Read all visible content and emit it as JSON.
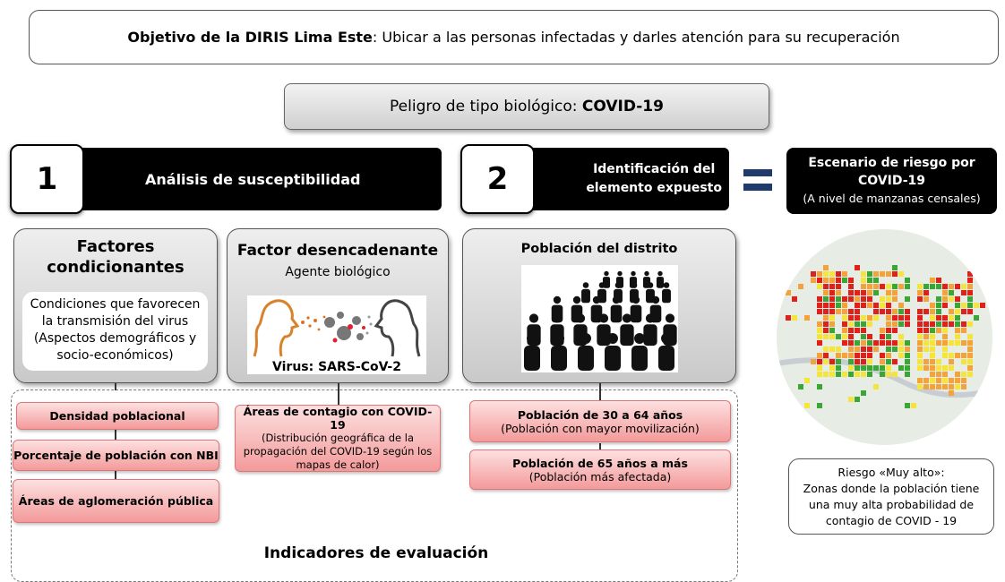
{
  "objective": {
    "bold": "Objetivo de la DIRIS Lima Este",
    "rest": ": Ubicar a las personas infectadas y darles atención para su recuperación"
  },
  "hazard": {
    "prefix": "Peligro de tipo biológico: ",
    "bold": "COVID-19"
  },
  "step1": {
    "number": "1",
    "title": "Análisis de susceptibilidad"
  },
  "step2": {
    "number": "2",
    "title_line1": "Identificación del",
    "title_line2": "elemento expuesto"
  },
  "equals": "=",
  "scenario": {
    "line1": "Escenario de riesgo por",
    "line2": "COVID-19",
    "line3": "(A nivel de manzanas censales)"
  },
  "conditioning": {
    "title_line1": "Factores",
    "title_line2": "condicionantes",
    "desc_line1": "Condiciones que favorecen",
    "desc_line2": "la transmisión del virus",
    "desc_line3": "(Aspectos demográficos y",
    "desc_line4": "socio-económicos)"
  },
  "triggering": {
    "title": "Factor desencadenante",
    "subtitle": "Agente biológico",
    "virus_label": "Virus: SARS-CoV-2"
  },
  "population": {
    "title": "Población del distrito"
  },
  "indicators": {
    "conditioning": [
      "Densidad poblacional",
      "Porcentaje de población con NBI",
      "Áreas de aglomeración pública"
    ],
    "contagion": {
      "title": "Áreas de contagio con COVID-19",
      "desc_line1": "(Distribución geográfica de la",
      "desc_line2": "propagación del COVID-19 según los",
      "desc_line3": "mapas de calor)"
    },
    "population": [
      {
        "title": "Población de 30 a 64 años",
        "desc": "(Población con mayor movilización)"
      },
      {
        "title": "Población de 65 años a más",
        "desc": "(Población más afectada)"
      }
    ],
    "label": "Indicadores de evaluación"
  },
  "risk_note": {
    "line1": "Riesgo «Muy alto»:",
    "line2": "Zonas donde la población tiene",
    "line3": "una muy alta probabilidad de",
    "line4": "contagio de COVID - 19"
  },
  "colors": {
    "black": "#000000",
    "pink_top": "#fde0e0",
    "pink_bottom": "#f39a9a",
    "equals_blue": "#1f3b6e",
    "very_high": "#e0201b",
    "high": "#f4a23a",
    "medium": "#f5e53b",
    "low": "#3aa636"
  }
}
